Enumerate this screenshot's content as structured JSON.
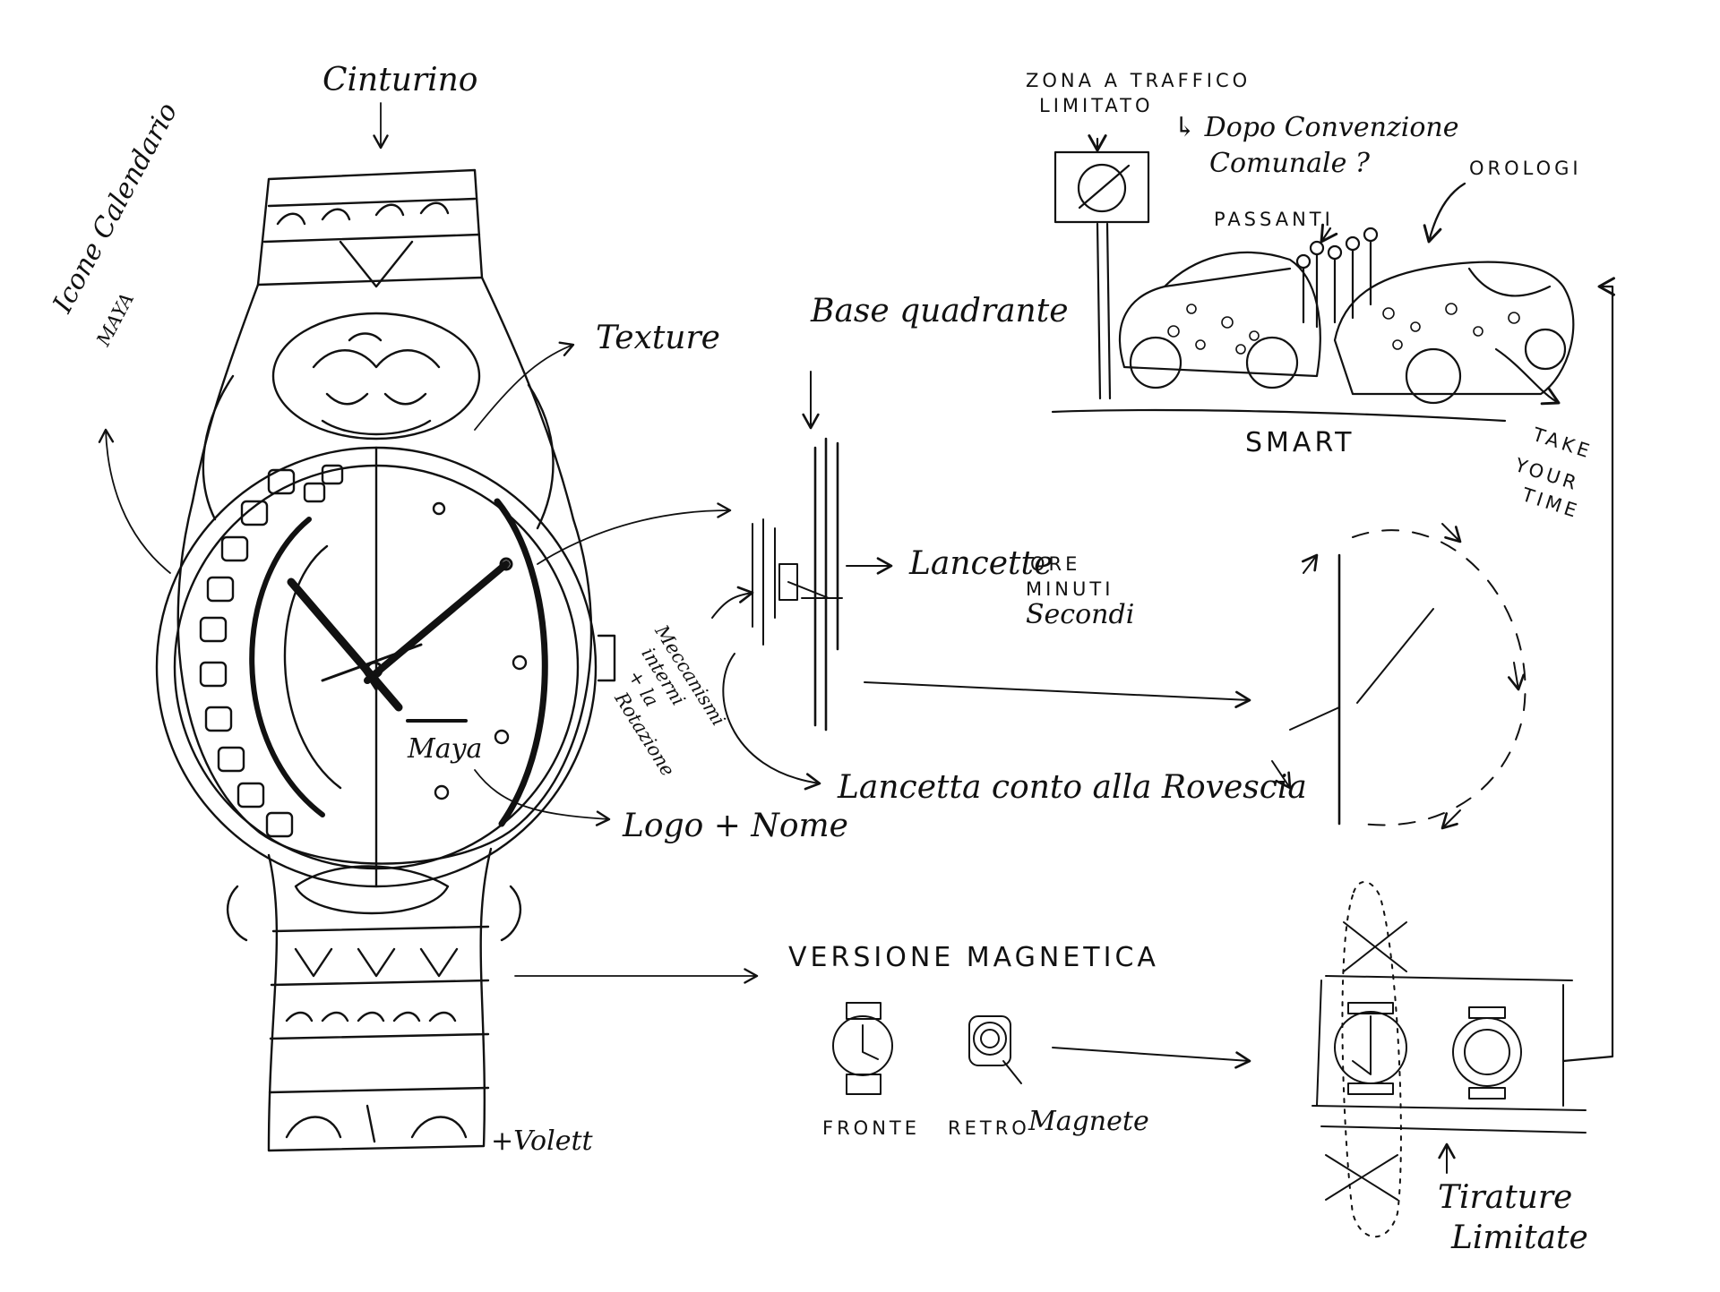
{
  "labels": {
    "cinturino": "Cinturino",
    "icone_line1": "Icone Calendario",
    "icone_line2": "MAYA",
    "texture": "Texture",
    "base_quadrante": "Base quadrante",
    "lancette_main": "Lancette",
    "ore": "ORE",
    "minuti": "MINUTI",
    "secondi": "Secondi",
    "meccanismi_1": "Meccanismi",
    "meccanismi_2": "interni",
    "meccanismi_3": "+ la",
    "meccanismi_4": "Rotazione",
    "lancette_conto": "Lancetta conto alla Rovescia",
    "logo_nome": "Logo + Nome",
    "maya_dial": "Maya",
    "signature": "+Volett",
    "versione_magnetica": "VERSIONE MAGNETICA",
    "fronte": "FRONTE",
    "retro": "RETRO",
    "magnete": "Magnete",
    "tirature_1": "Tirature",
    "tirature_2": "Limitate",
    "zona_1": "ZONA A TRAFFICO",
    "zona_2": "LIMITATO",
    "dopo_1": "↳ Dopo Convenzione",
    "dopo_2": "Comunale ?",
    "passanti": "PASSANTI",
    "orologi": "OROLOGI",
    "smart": "SMART",
    "take_1": "TAKE",
    "take_2": "YOUR",
    "take_3": "TIME"
  },
  "colors": {
    "ink": "#111111",
    "paper": "#ffffff"
  }
}
